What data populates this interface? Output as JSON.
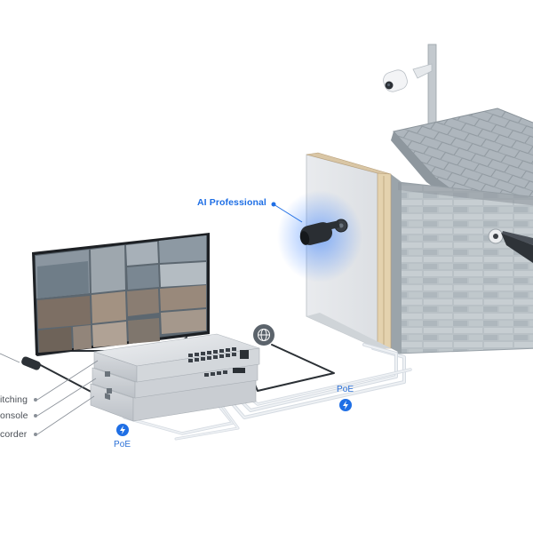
{
  "labels": {
    "camera_label": "AI Professional",
    "switching": "itching",
    "console": "onsole",
    "recorder": "corder",
    "poe_left": "PoE",
    "poe_right": "PoE"
  },
  "icons": {
    "internet": "globe-icon",
    "poe_left": "lightning-icon",
    "poe_right": "lightning-icon"
  },
  "colors": {
    "accent": "#1f6fe5",
    "cable_light": "#d5dbe2",
    "device_gray": "#d7dadf",
    "brick": "#b7c0c5"
  }
}
